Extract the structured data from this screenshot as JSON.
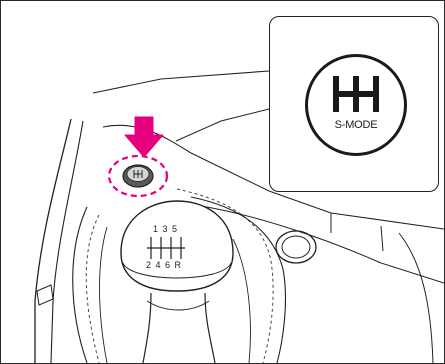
{
  "callout": {
    "icon": "hh-shift-pattern-icon",
    "label": "S-MODE"
  },
  "shift_knob": {
    "top_gears": "1 3 5",
    "bottom_gears": "2 4 6 R"
  },
  "colors": {
    "highlight": "#e4007f",
    "line": "#222222",
    "background": "#ffffff"
  }
}
